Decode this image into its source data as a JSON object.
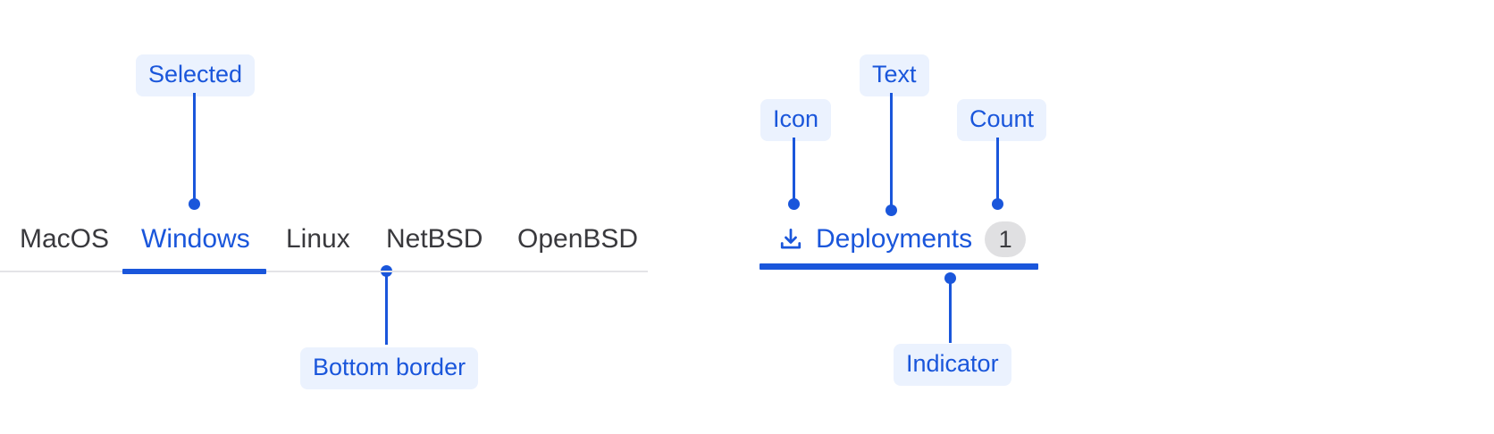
{
  "accent_color": "#1a56db",
  "pill_background": "#ebf2fe",
  "tab_text_color": "#39393d",
  "border_color": "#e4e4e7",
  "badge_background": "#e0e0e2",
  "tabbar": {
    "name": "os-tabs",
    "tabs": [
      {
        "label": "MacOS",
        "selected": false
      },
      {
        "label": "Windows",
        "selected": true
      },
      {
        "label": "Linux",
        "selected": false
      },
      {
        "label": "NetBSD",
        "selected": false
      },
      {
        "label": "OpenBSD",
        "selected": false
      }
    ]
  },
  "deployments_tab": {
    "icon": "download-icon",
    "label": "Deployments",
    "count": "1",
    "selected": true
  },
  "annotations": [
    {
      "id": "selected",
      "label": "Selected",
      "target": "selected-tab-label"
    },
    {
      "id": "bottom-border",
      "label": "Bottom border",
      "target": "tabbar-bottom-border"
    },
    {
      "id": "icon",
      "label": "Icon",
      "target": "deployments-icon"
    },
    {
      "id": "text",
      "label": "Text",
      "target": "deployments-label"
    },
    {
      "id": "count",
      "label": "Count",
      "target": "deployments-count-badge"
    },
    {
      "id": "indicator",
      "label": "Indicator",
      "target": "deployments-indicator"
    }
  ]
}
